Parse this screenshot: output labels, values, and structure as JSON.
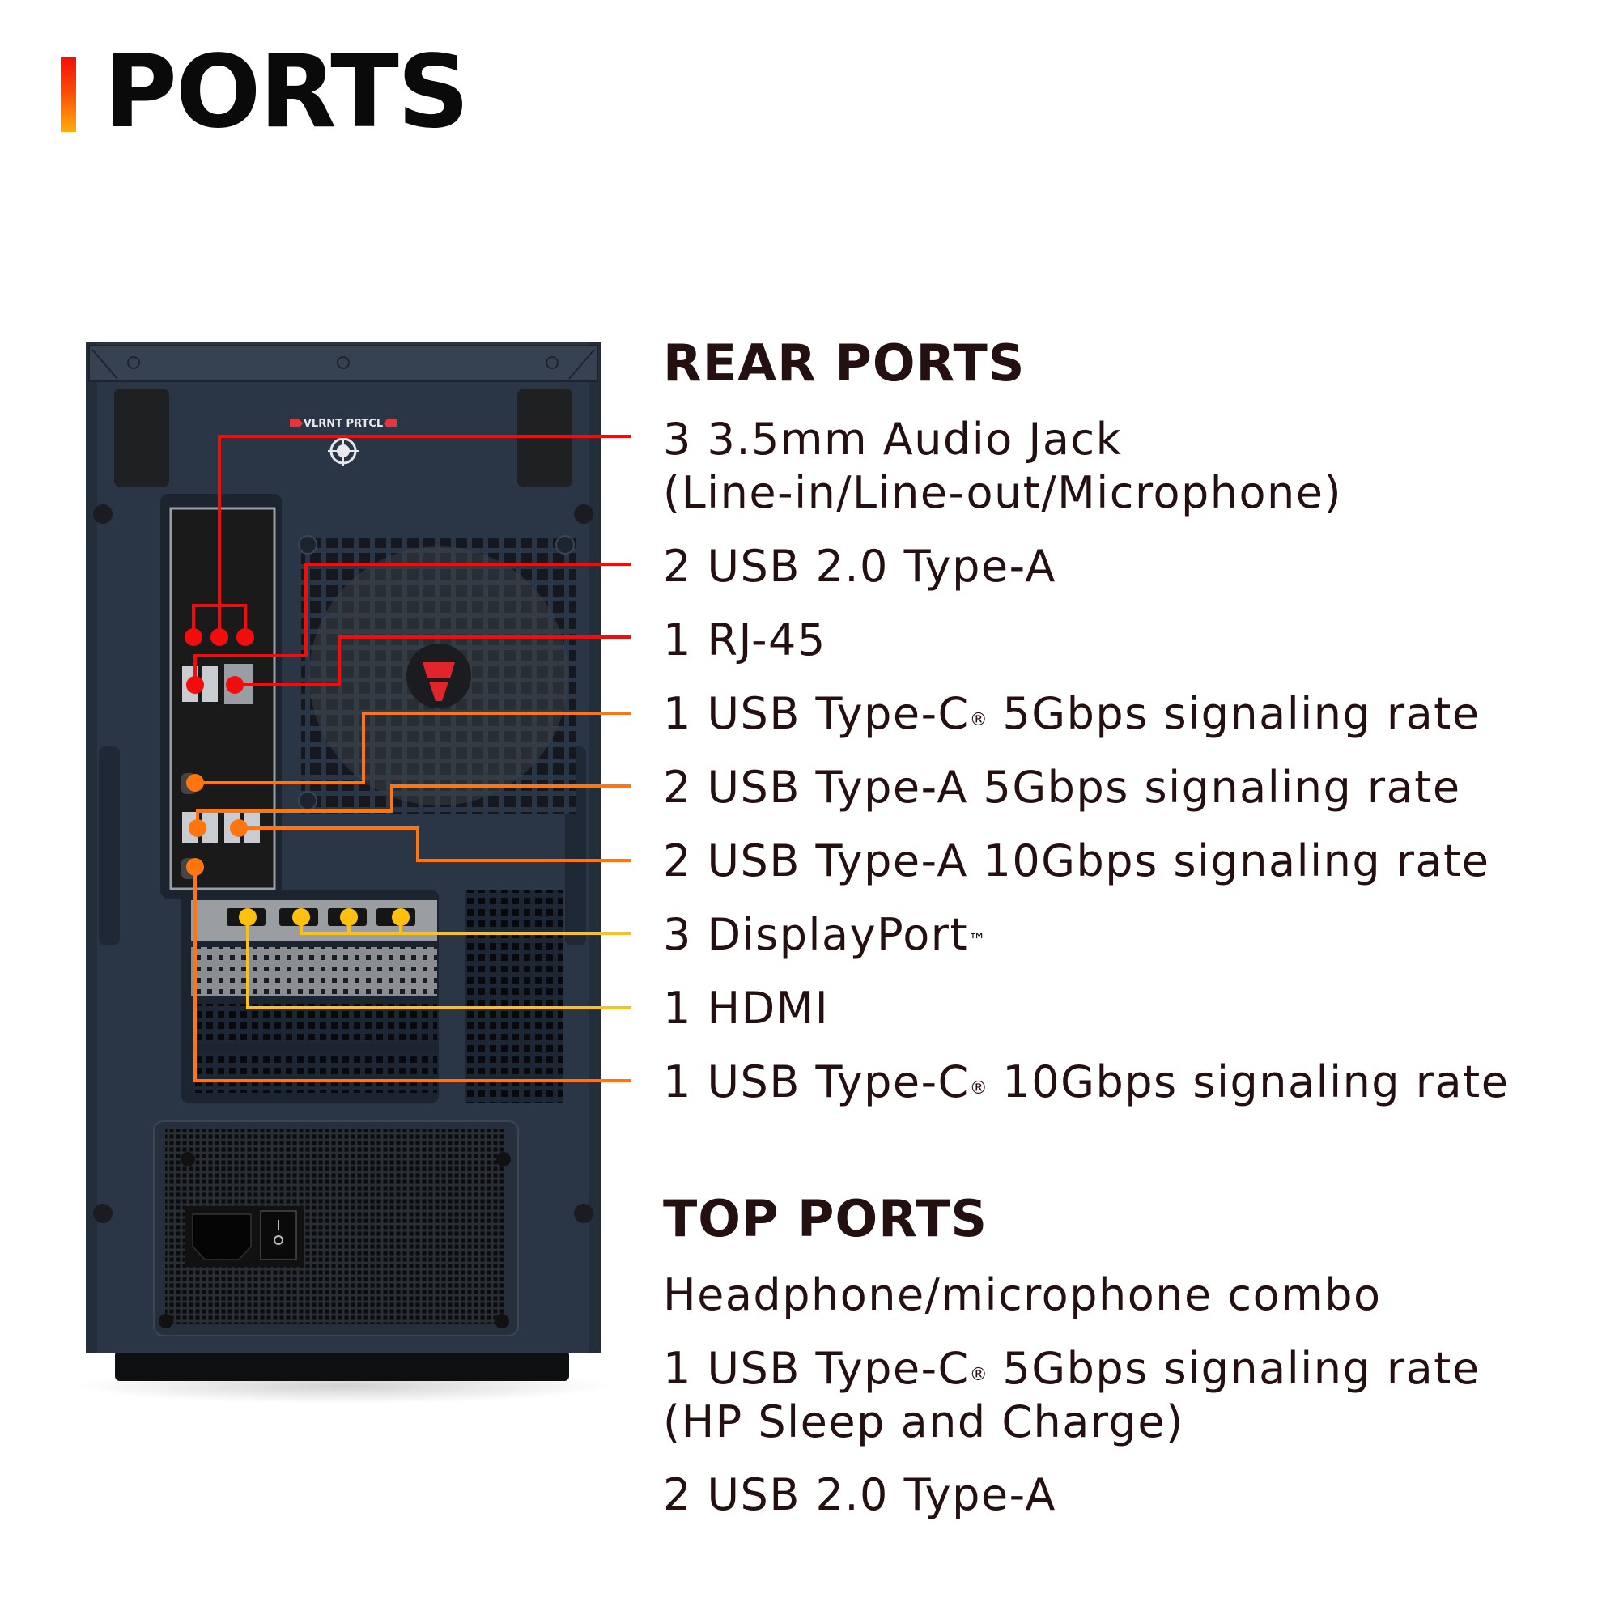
{
  "header": {
    "title": "PORTS",
    "accent_gradient": [
      "#f21007",
      "#ffae0a"
    ]
  },
  "colors": {
    "text": "#241010",
    "red_line": "#f20d0d",
    "orange_line": "#ff7510",
    "yellow_line": "#ffc010",
    "case_body": "#2a3646",
    "case_dark": "#1c242f"
  },
  "product_image": {
    "case_label": "VLRNT PRTCL",
    "description": "Desktop tower rear view with callout lines"
  },
  "rear_ports": {
    "heading": "REAR PORTS",
    "items": [
      {
        "line1": "3 3.5mm Audio Jack",
        "line2": "(Line-in/Line-out/Microphone)",
        "color": "red"
      },
      {
        "line1": "2 USB 2.0 Type-A",
        "color": "red"
      },
      {
        "line1": "1 RJ-45",
        "color": "red"
      },
      {
        "pre": "1 USB Type-C",
        "mark": "®",
        "post": " 5Gbps signaling rate",
        "color": "orange"
      },
      {
        "line1": "2 USB Type-A 5Gbps signaling rate",
        "color": "orange"
      },
      {
        "line1": "2 USB Type-A 10Gbps signaling rate",
        "color": "orange"
      },
      {
        "pre": "3 DisplayPort",
        "mark": "™",
        "post": "",
        "color": "yellow"
      },
      {
        "line1": "1 HDMI",
        "color": "yellow"
      },
      {
        "pre": "1 USB Type-C",
        "mark": "®",
        "post": " 10Gbps signaling rate",
        "color": "orange"
      }
    ]
  },
  "top_ports": {
    "heading": "TOP PORTS",
    "items": [
      {
        "line1": "Headphone/microphone combo"
      },
      {
        "pre": "1 USB Type-C",
        "mark": "®",
        "post": " 5Gbps signaling rate",
        "line2": "(HP Sleep and Charge)"
      },
      {
        "line1": "2 USB 2.0 Type-A"
      }
    ]
  }
}
